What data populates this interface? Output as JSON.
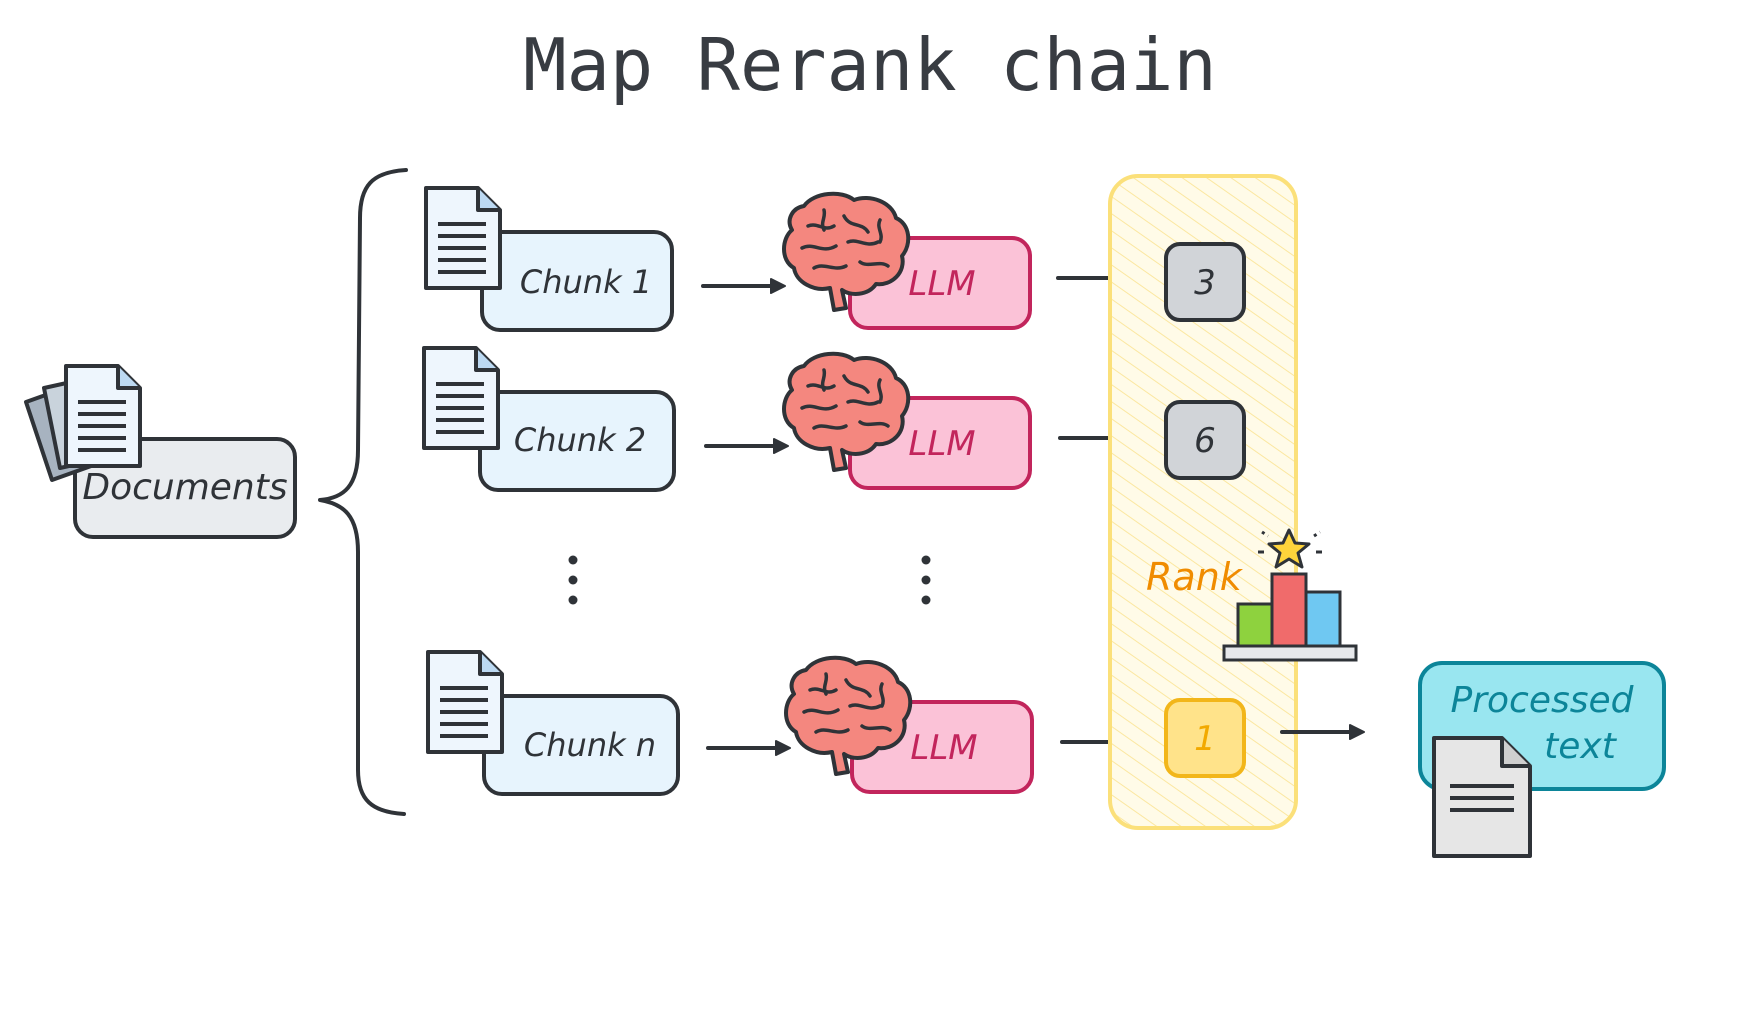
{
  "title": "Map Rerank chain",
  "documents": {
    "label": "Documents"
  },
  "chunks": [
    {
      "label": "Chunk 1",
      "llm": "LLM",
      "score": "3"
    },
    {
      "label": "Chunk 2",
      "llm": "LLM",
      "score": "6"
    },
    {
      "label": "Chunk n",
      "llm": "LLM",
      "score": "1"
    }
  ],
  "rank": {
    "label": "Rank"
  },
  "output": {
    "label_line1": "Processed",
    "label_line2": "text"
  },
  "colors": {
    "ink": "#2f3338",
    "documents_fill": "#e9ecef",
    "chunk_fill": "#e7f4fd",
    "llm_fill": "#fbc2d7",
    "llm_stroke": "#c2255c",
    "score_fill": "#d1d4d8",
    "top_score_fill": "#ffe38a",
    "top_score_stroke": "#f2b61a",
    "rank_band": "#fff6c4",
    "rank_band_stroke": "#fbe07a",
    "rank_text": "#f08c00",
    "output_fill": "#99e6f0",
    "output_stroke": "#0c8599",
    "output_text": "#0c8599",
    "brain": "#f4877f"
  },
  "icons": [
    "documents-stack-icon",
    "document-icon",
    "brain-icon",
    "ranking-podium-icon",
    "star-icon",
    "ellipsis-vertical-icon",
    "arrow-right-icon"
  ]
}
